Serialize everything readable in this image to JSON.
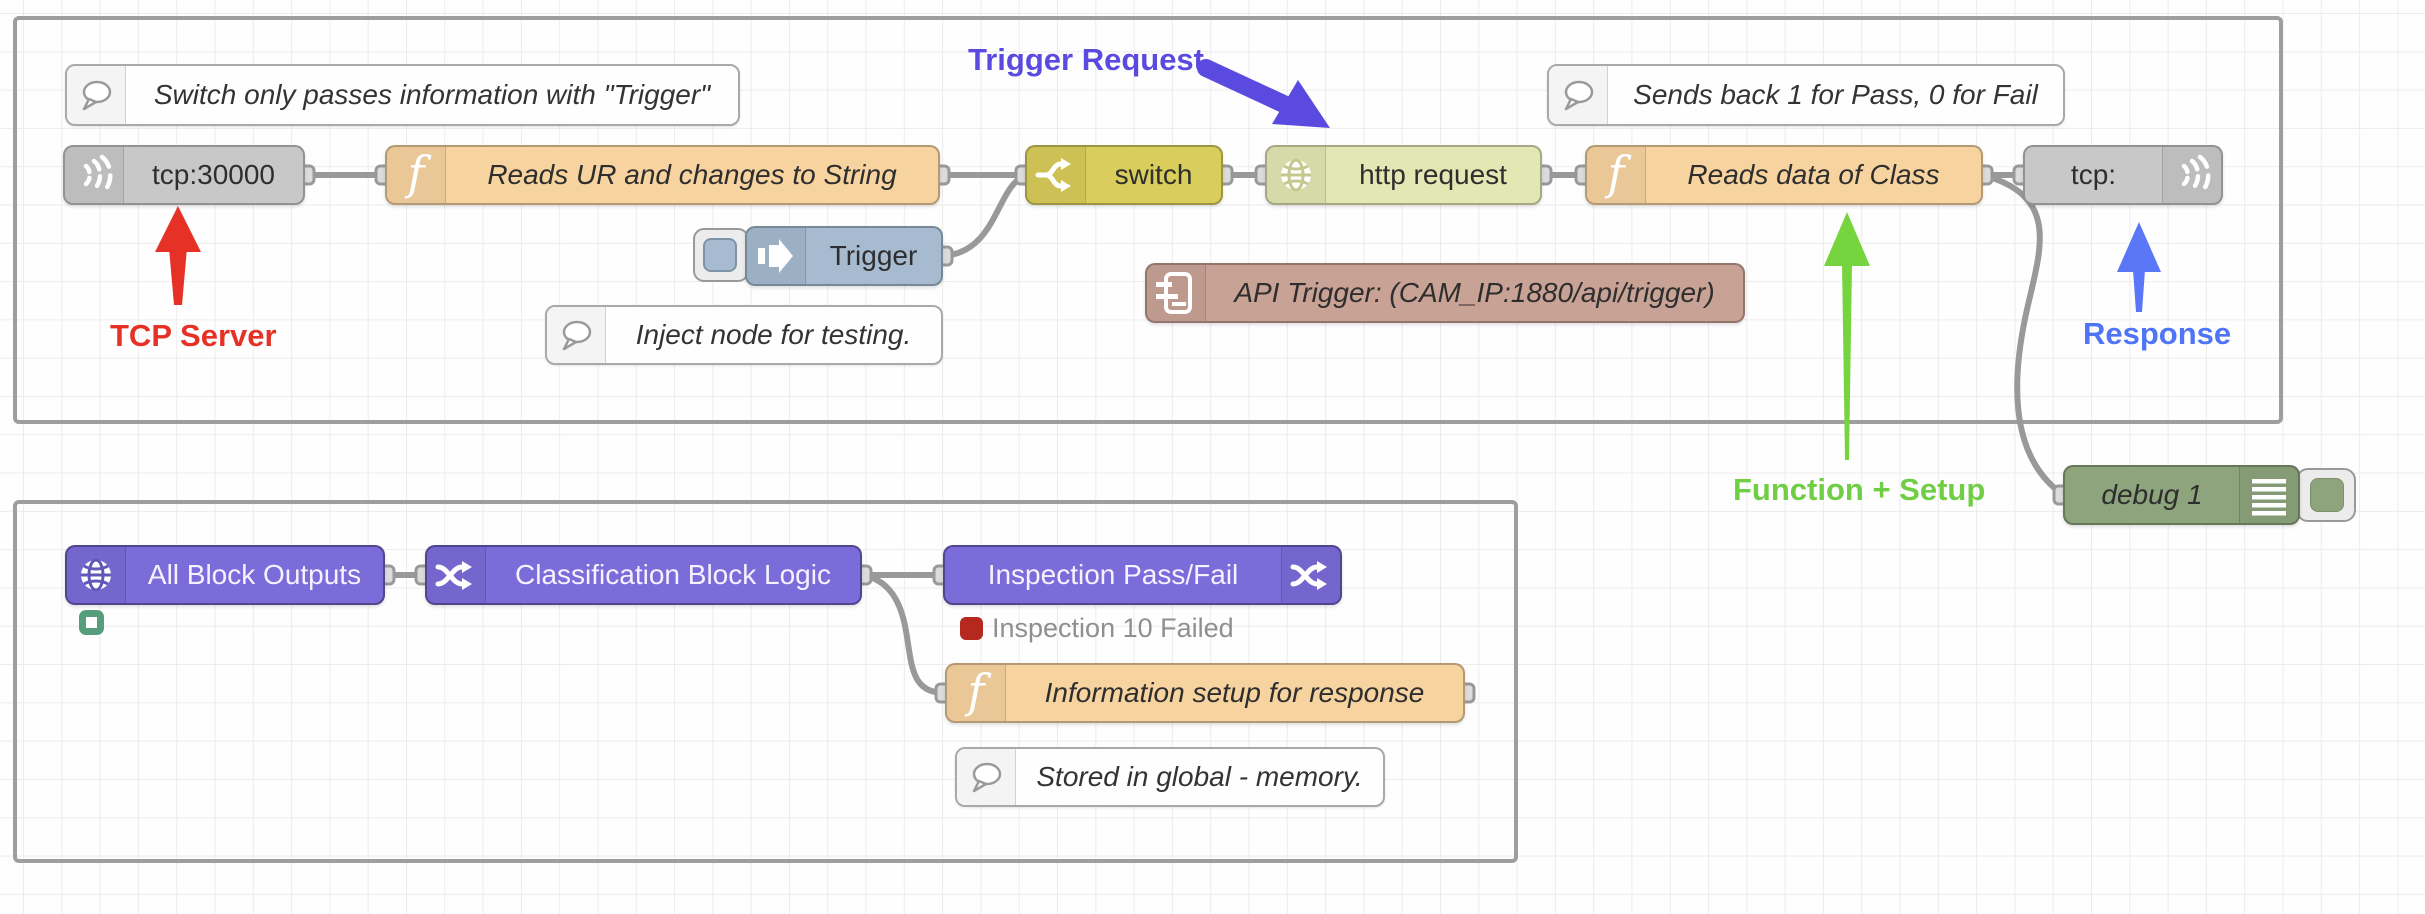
{
  "nodes": {
    "comment_switch": {
      "label": "Switch only passes information with \"Trigger\""
    },
    "tcp_server": {
      "label": "tcp:30000"
    },
    "fn_reads_ur": {
      "label": "Reads UR and changes to String"
    },
    "switch_node": {
      "label": "switch"
    },
    "http_request": {
      "label": "http request"
    },
    "fn_reads_class": {
      "label": "Reads data of Class"
    },
    "tcp_response": {
      "label": "tcp:"
    },
    "comment_sends": {
      "label": "Sends back 1 for Pass, 0 for Fail"
    },
    "inject_trigger": {
      "label": "Trigger"
    },
    "comment_inject": {
      "label": "Inject node for testing."
    },
    "api_trigger": {
      "label": "API Trigger: (CAM_IP:1880/api/trigger)"
    },
    "debug_1": {
      "label": "debug 1"
    },
    "all_block_outputs": {
      "label": "All Block Outputs"
    },
    "classification": {
      "label": "Classification Block Logic"
    },
    "inspection": {
      "label": "Inspection Pass/Fail",
      "status": "Inspection 10 Failed"
    },
    "fn_info_setup": {
      "label": "Information setup for response"
    },
    "comment_stored": {
      "label": "Stored in global - memory."
    }
  },
  "annotations": {
    "tcp_server": {
      "text": "TCP Server",
      "color": "#e63226"
    },
    "trigger_request": {
      "text": "Trigger Request",
      "color": "#5b4ae0"
    },
    "response": {
      "text": "Response",
      "color": "#4f74f5"
    },
    "function_setup": {
      "text": "Function + Setup",
      "color": "#6fce44"
    }
  },
  "colors": {
    "node_gray": "#c8c8c8",
    "node_function": "#f7d3a0",
    "node_switch": "#d9cd5c",
    "node_http": "#e3e7b3",
    "node_inject": "#a6bbcf",
    "node_purple": "#7b6cd9",
    "node_debug": "#8da47c",
    "node_api": "#c9a296",
    "wire": "#999999",
    "group_border": "#9e9e9e",
    "status_red": "#b5281e",
    "status_green": "#569d7c"
  }
}
